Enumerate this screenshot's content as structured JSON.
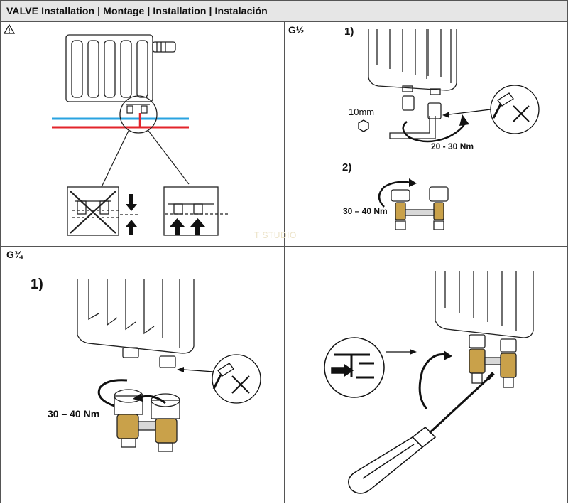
{
  "header": {
    "title": "VALVE Installation | Montage | Installation | Instalación"
  },
  "panel_top_right": {
    "thread_label": "G½",
    "step1": "1)",
    "step2": "2)",
    "tool_size": "10mm",
    "torque1": "20 - 30 Nm",
    "torque2": "30 – 40 Nm"
  },
  "panel_bottom_left": {
    "thread_label": "G¾",
    "step1": "1)",
    "torque": "30 – 40 Nm"
  },
  "watermark": "T STUDIO"
}
